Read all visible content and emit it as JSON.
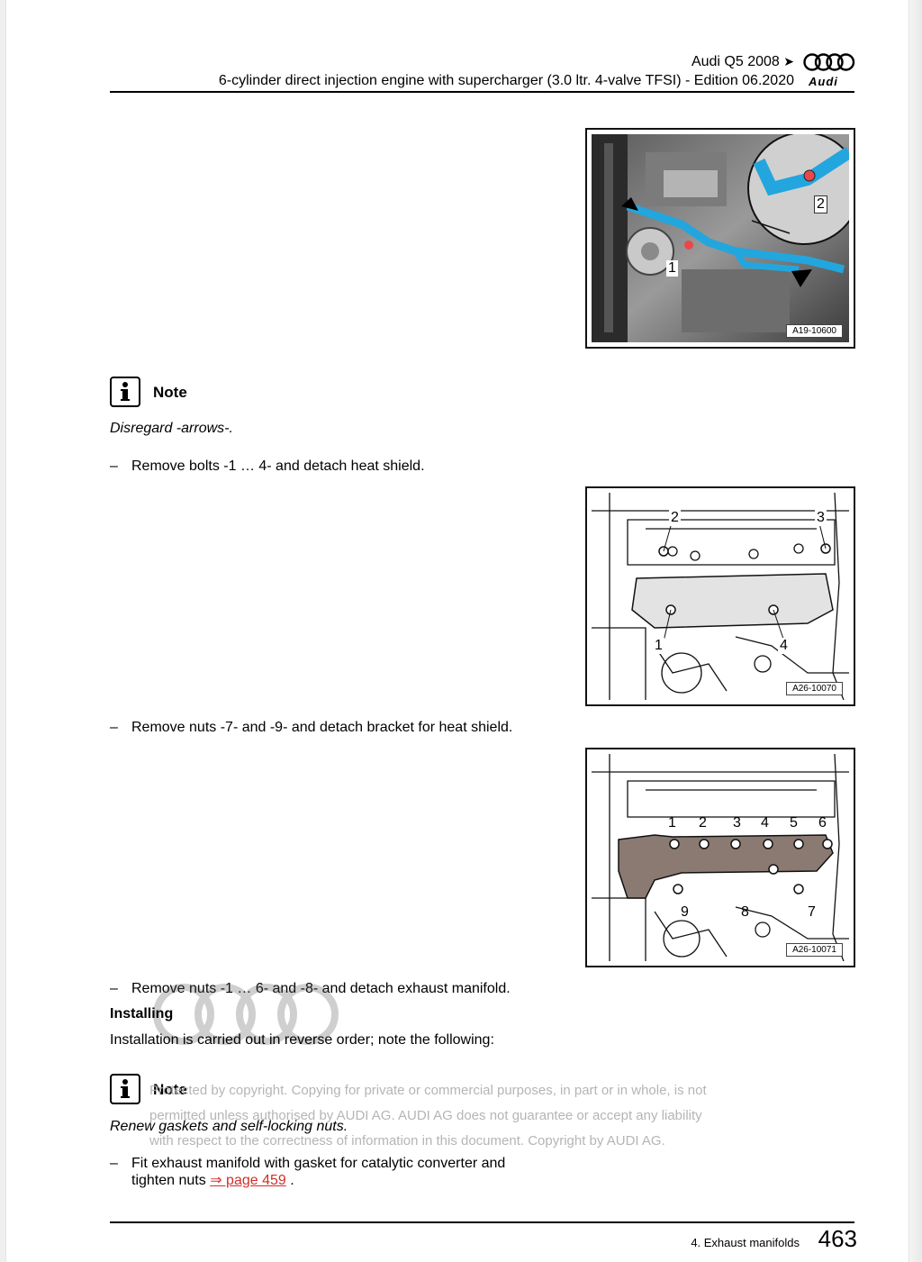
{
  "header": {
    "model": "Audi Q5 2008",
    "model_arrow": "➤",
    "title": "6-cylinder direct injection engine with supercharger (3.0 ltr. 4-valve TFSI) - Edition 06.2020",
    "logo_word": "Audi"
  },
  "figure1": {
    "code": "A19-10600",
    "callouts": [
      "1",
      "2"
    ],
    "colors": {
      "pipe": "#22a6dd",
      "marker": "#e8484a"
    }
  },
  "note1": {
    "label": "Note",
    "text": "Disregard -arrows-."
  },
  "step1": {
    "dash": "–",
    "text": "Remove bolts -1 … 4- and detach heat shield."
  },
  "figure2": {
    "code": "A26-10070",
    "callouts": [
      "2",
      "3",
      "1",
      "4"
    ]
  },
  "step2": {
    "dash": "–",
    "text": "Remove nuts -7- and -9- and detach bracket for heat shield."
  },
  "figure3": {
    "code": "A26-10071",
    "callouts": [
      "1",
      "2",
      "3",
      "4",
      "5",
      "6",
      "9",
      "8",
      "7"
    ]
  },
  "step3": {
    "dash": "–",
    "text": "Remove nuts -1 … 6- and -8- and detach exhaust manifold."
  },
  "installing": {
    "heading": "Installing",
    "text": "Installation is carried out in reverse order; note the following:"
  },
  "note2": {
    "label": "Note",
    "text": "Renew gaskets and self-locking nuts."
  },
  "copyright": {
    "line1": "Protected by copyright. Copying for private or commercial purposes, in part or in whole, is not",
    "line2": "permitted unless authorised by AUDI AG. AUDI AG does not guarantee or accept any liability",
    "line3": "with respect to the correctness of information in this document. Copyright by AUDI AG."
  },
  "step4": {
    "dash": "–",
    "text_line1": "Fit exhaust manifold with gasket for catalytic converter and",
    "text_line2_prefix": "tighten nuts",
    "link": "⇒ page 459",
    "text_line2_suffix": "."
  },
  "footer": {
    "section": "4. Exhaust manifolds",
    "page": "463"
  }
}
